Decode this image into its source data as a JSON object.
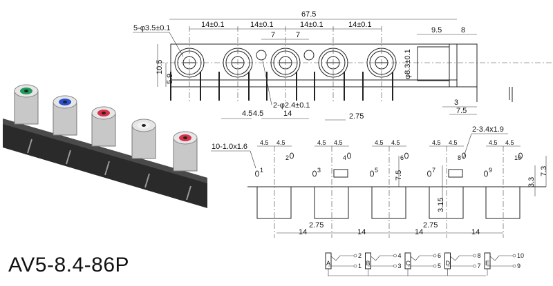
{
  "title": "AV5-8.4-86P",
  "jack_colors": [
    "#1f9a5a",
    "#2a4fcf",
    "#d8324a",
    "#f2f2f2",
    "#d8324a"
  ],
  "front_view": {
    "overall_width": "67.5",
    "hole_spec": "5-φ3.5±0.1",
    "pitch": [
      "14±0.1",
      "14±0.1",
      "14±0.1",
      "14±0.1"
    ],
    "half_pitch": [
      "7",
      "7"
    ],
    "height": "10.5",
    "center_height": "5.9",
    "mount_hole_spec": "2-φ2.4±0.1",
    "pin_spacing": [
      "4.5",
      "4.5"
    ],
    "mount_span": "14",
    "offset": "2.75"
  },
  "side_view": {
    "depth_front": "9.5",
    "depth_body": "8",
    "diameter": "φ8.3±0.1",
    "pin_offset": "3",
    "pin_depth": "7.5"
  },
  "footprint": {
    "pin_hole_spec": "10-1.0x1.6",
    "slot_spec": "2-3.4x1.9",
    "pin_spacing": "4.5",
    "pin_numbers": [
      "1",
      "2",
      "3",
      "4",
      "5",
      "6",
      "7",
      "8",
      "9",
      "10"
    ],
    "row_offset": "7.5",
    "edge_to_even": "7.3",
    "edge_to_odd": "3.3",
    "slot_to_edge": "3.15",
    "slot_offset": [
      "2.75",
      "2.75"
    ],
    "pitch": [
      "14",
      "14",
      "14",
      "14"
    ]
  },
  "schematic": {
    "switches": [
      {
        "label": "A",
        "top": "2",
        "bottom": "1"
      },
      {
        "label": "B",
        "top": "4",
        "bottom": "3"
      },
      {
        "label": "C",
        "top": "6",
        "bottom": "5"
      },
      {
        "label": "D",
        "top": "8",
        "bottom": "7"
      },
      {
        "label": "E",
        "top": "10",
        "bottom": "9"
      }
    ]
  }
}
